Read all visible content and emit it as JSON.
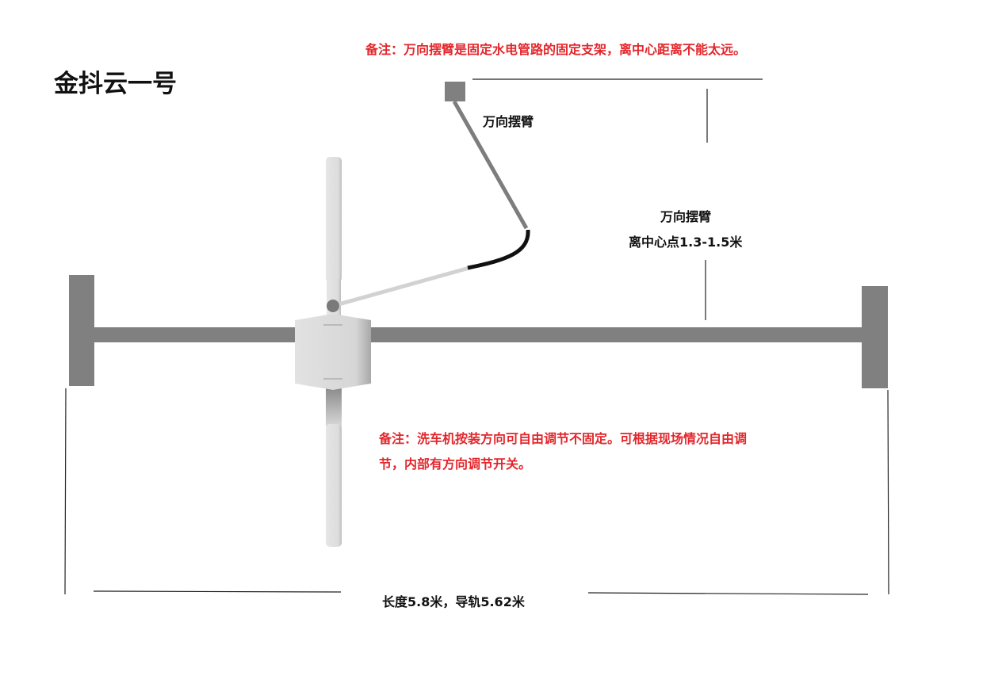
{
  "title": "金抖云一号",
  "notes": {
    "top": "备注：万向摆臂是固定水电管路的固定支架，离中心距离不能太远。",
    "bottom_line1": "备注：洗车机按装方向可自由调节不固定。可根据现场情况自由调",
    "bottom_line2": "节，内部有方向调节开关。"
  },
  "labels": {
    "arm_label": "万向摆臂",
    "arm_dim_title": "万向摆臂",
    "arm_dim_value": "离中心点1.3-1.5米",
    "length_dim": "长度5.8米，导轨5.62米"
  },
  "colors": {
    "note_red": "#e3262b",
    "rail_gray": "#808080",
    "machine_light": "#d9d9d9",
    "hose_black": "#111111"
  }
}
